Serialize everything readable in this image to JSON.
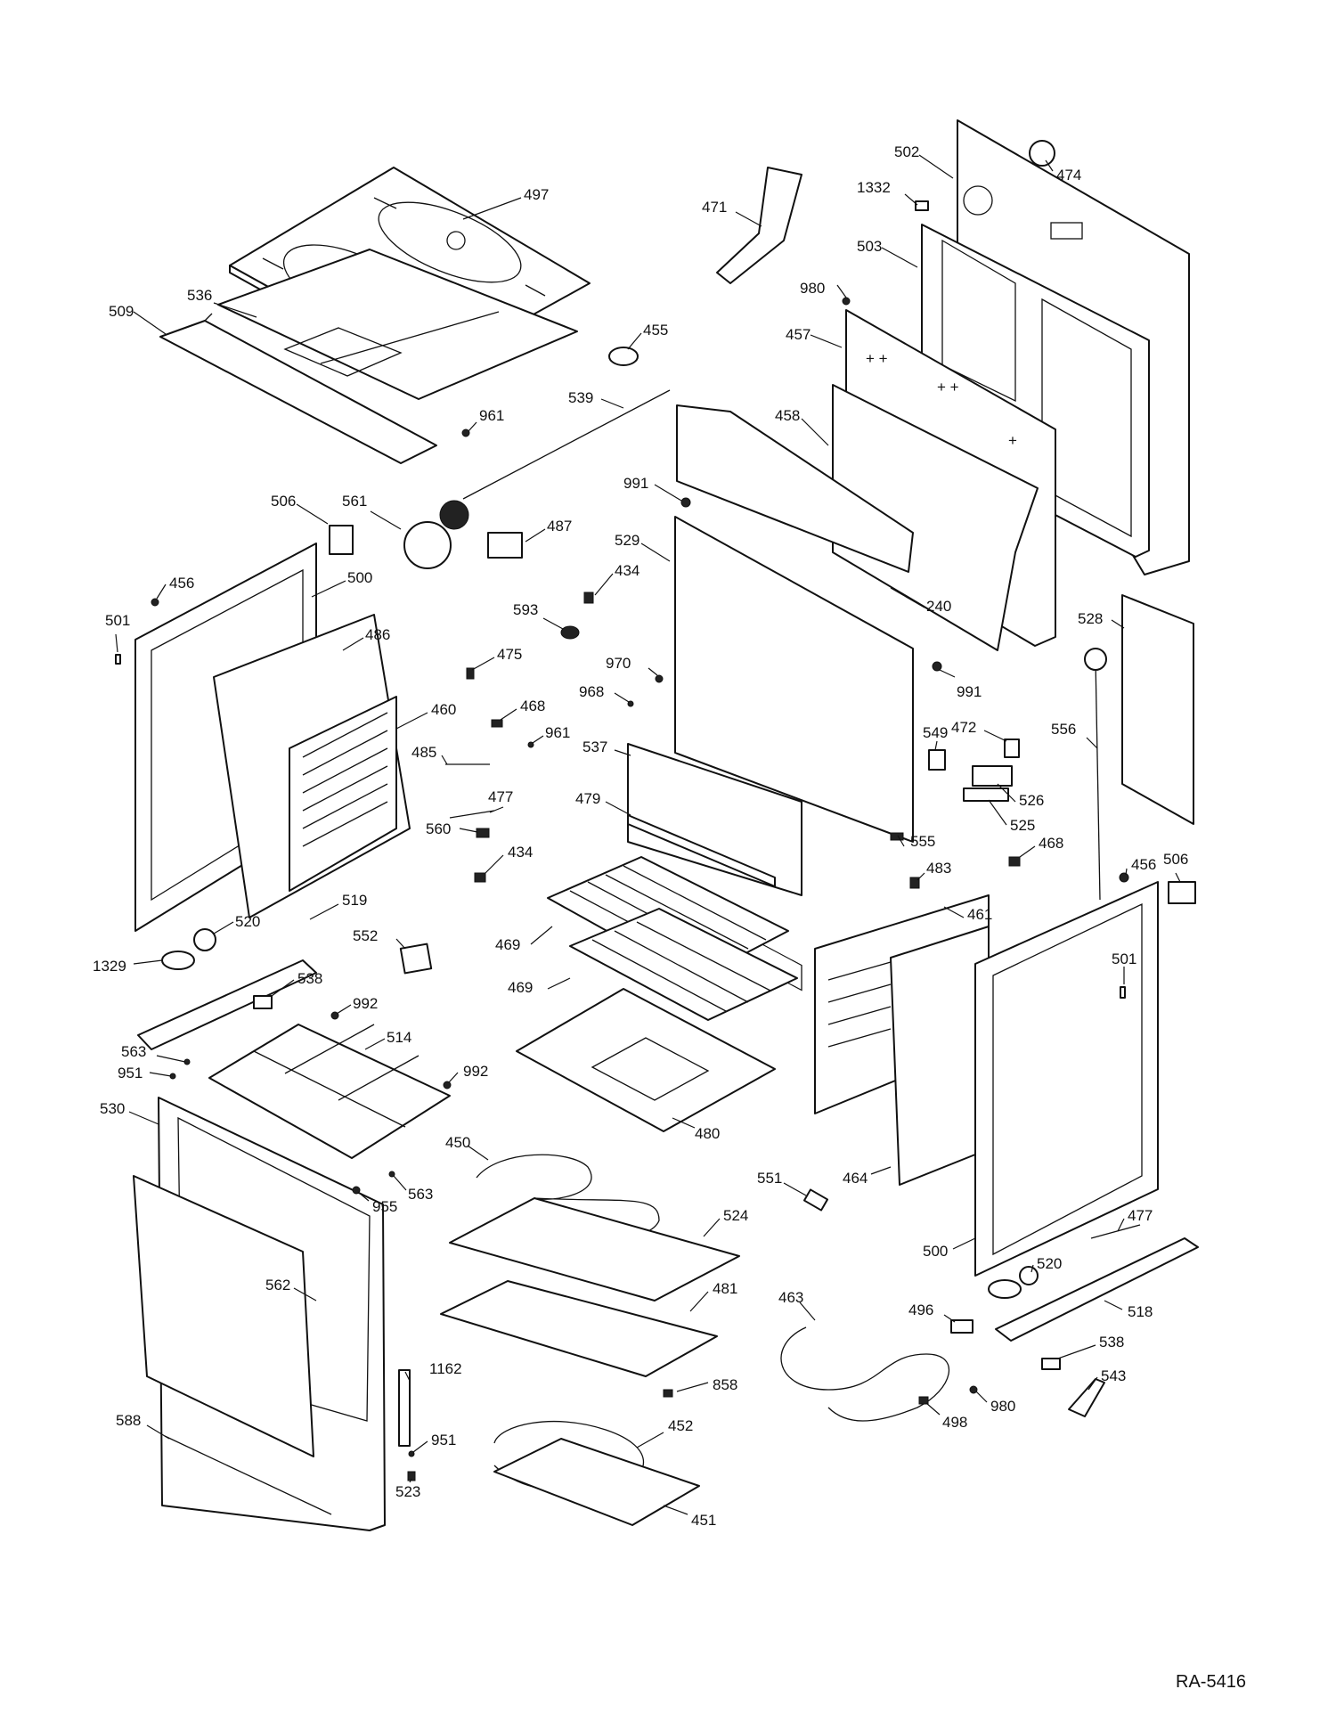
{
  "drawing_code": "RA-5416",
  "labels": [
    {
      "id": "l497",
      "text": "497"
    },
    {
      "id": "l536",
      "text": "536"
    },
    {
      "id": "l509",
      "text": "509"
    },
    {
      "id": "l961a",
      "text": "961"
    },
    {
      "id": "l471",
      "text": "471"
    },
    {
      "id": "l502",
      "text": "502"
    },
    {
      "id": "l474",
      "text": "474"
    },
    {
      "id": "l1332",
      "text": "1332"
    },
    {
      "id": "l503",
      "text": "503"
    },
    {
      "id": "l980a",
      "text": "980"
    },
    {
      "id": "l457",
      "text": "457"
    },
    {
      "id": "l455",
      "text": "455"
    },
    {
      "id": "l539",
      "text": "539"
    },
    {
      "id": "l458",
      "text": "458"
    },
    {
      "id": "l991a",
      "text": "991"
    },
    {
      "id": "l529",
      "text": "529"
    },
    {
      "id": "l506a",
      "text": "506"
    },
    {
      "id": "l561",
      "text": "561"
    },
    {
      "id": "l487",
      "text": "487"
    },
    {
      "id": "l456a",
      "text": "456"
    },
    {
      "id": "l500a",
      "text": "500"
    },
    {
      "id": "l434a",
      "text": "434"
    },
    {
      "id": "l240",
      "text": "240"
    },
    {
      "id": "l501a",
      "text": "501"
    },
    {
      "id": "l593",
      "text": "593"
    },
    {
      "id": "l486",
      "text": "486"
    },
    {
      "id": "l528",
      "text": "528"
    },
    {
      "id": "l475",
      "text": "475"
    },
    {
      "id": "l970",
      "text": "970"
    },
    {
      "id": "l991b",
      "text": "991"
    },
    {
      "id": "l968",
      "text": "968"
    },
    {
      "id": "l460",
      "text": "460"
    },
    {
      "id": "l468a",
      "text": "468"
    },
    {
      "id": "l961b",
      "text": "961"
    },
    {
      "id": "l472",
      "text": "472"
    },
    {
      "id": "l556",
      "text": "556"
    },
    {
      "id": "l485",
      "text": "485"
    },
    {
      "id": "l537",
      "text": "537"
    },
    {
      "id": "l549",
      "text": "549"
    },
    {
      "id": "l526",
      "text": "526"
    },
    {
      "id": "l477a",
      "text": "477"
    },
    {
      "id": "l479",
      "text": "479"
    },
    {
      "id": "l525",
      "text": "525"
    },
    {
      "id": "l560",
      "text": "560"
    },
    {
      "id": "l434b",
      "text": "434"
    },
    {
      "id": "l555",
      "text": "555"
    },
    {
      "id": "l468b",
      "text": "468"
    },
    {
      "id": "l456b",
      "text": "456"
    },
    {
      "id": "l506b",
      "text": "506"
    },
    {
      "id": "l483",
      "text": "483"
    },
    {
      "id": "l519",
      "text": "519"
    },
    {
      "id": "l461",
      "text": "461"
    },
    {
      "id": "l520a",
      "text": "520"
    },
    {
      "id": "l552",
      "text": "552"
    },
    {
      "id": "l469a",
      "text": "469"
    },
    {
      "id": "l501b",
      "text": "501"
    },
    {
      "id": "l1329",
      "text": "1329"
    },
    {
      "id": "l538a",
      "text": "538"
    },
    {
      "id": "l469b",
      "text": "469"
    },
    {
      "id": "l992a",
      "text": "992"
    },
    {
      "id": "l514",
      "text": "514"
    },
    {
      "id": "l563a",
      "text": "563"
    },
    {
      "id": "l951a",
      "text": "951"
    },
    {
      "id": "l992b",
      "text": "992"
    },
    {
      "id": "l530",
      "text": "530"
    },
    {
      "id": "l480",
      "text": "480"
    },
    {
      "id": "l450",
      "text": "450"
    },
    {
      "id": "l563b",
      "text": "563"
    },
    {
      "id": "l955",
      "text": "955"
    },
    {
      "id": "l551",
      "text": "551"
    },
    {
      "id": "l464",
      "text": "464"
    },
    {
      "id": "l524",
      "text": "524"
    },
    {
      "id": "l477b",
      "text": "477"
    },
    {
      "id": "l500b",
      "text": "500"
    },
    {
      "id": "l562",
      "text": "562"
    },
    {
      "id": "l520b",
      "text": "520"
    },
    {
      "id": "l481",
      "text": "481"
    },
    {
      "id": "l463",
      "text": "463"
    },
    {
      "id": "l496",
      "text": "496"
    },
    {
      "id": "l518",
      "text": "518"
    },
    {
      "id": "l538b",
      "text": "538"
    },
    {
      "id": "l1162",
      "text": "1162"
    },
    {
      "id": "l858",
      "text": "858"
    },
    {
      "id": "l543",
      "text": "543"
    },
    {
      "id": "l980b",
      "text": "980"
    },
    {
      "id": "l588",
      "text": "588"
    },
    {
      "id": "l951b",
      "text": "951"
    },
    {
      "id": "l498",
      "text": "498"
    },
    {
      "id": "l452",
      "text": "452"
    },
    {
      "id": "l523",
      "text": "523"
    },
    {
      "id": "l451",
      "text": "451"
    }
  ]
}
